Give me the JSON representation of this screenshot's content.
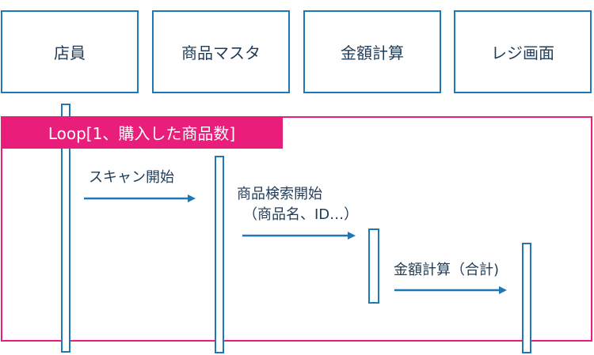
{
  "participants": [
    {
      "label": "店員"
    },
    {
      "label": "商品マスタ"
    },
    {
      "label": "金額計算"
    },
    {
      "label": "レジ画面"
    }
  ],
  "loop": {
    "label": "Loop[1、購入した商品数]"
  },
  "messages": [
    {
      "label": "スキャン開始"
    },
    {
      "label_line1": "商品検索開始",
      "label_line2": "（商品名、ID…）"
    },
    {
      "label": "金額計算（合計)"
    }
  ],
  "colors": {
    "participant_border": "#1f77b4",
    "loop": "#e91e7a",
    "arrow": "#1f77b4"
  }
}
